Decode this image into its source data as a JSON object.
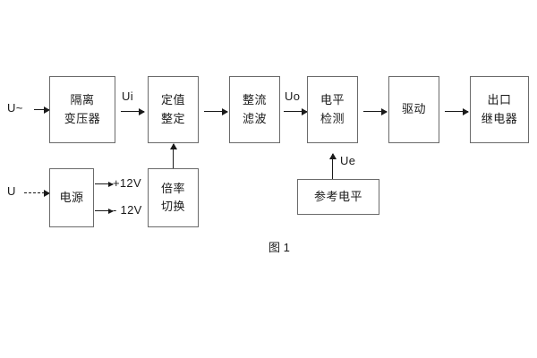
{
  "figure": {
    "caption": "图 1",
    "type": "block-diagram"
  },
  "inputs": {
    "ac_source": "U~",
    "dc_source": "U"
  },
  "signals": {
    "ui": "Ui",
    "uo": "Uo",
    "ue": "Ue",
    "rail_positive": "+12V",
    "rail_negative": "- 12V"
  },
  "blocks": {
    "isolation_transformer": {
      "line1": "隔离",
      "line2": "变压器"
    },
    "setting_value": {
      "line1": "定值",
      "line2": "整定"
    },
    "rectify_filter": {
      "line1": "整流",
      "line2": "滤波"
    },
    "level_detection": {
      "line1": "电平",
      "line2": "检测"
    },
    "drive": {
      "line1": "驱动"
    },
    "output_relay": {
      "line1": "出口",
      "line2": "继电器"
    },
    "power_supply": {
      "line1": "电源"
    },
    "multiplier_switch": {
      "line1": "倍率",
      "line2": "切换"
    },
    "reference_level": {
      "line1": "参考电平"
    }
  },
  "colors": {
    "block_border": "#6b6b6b",
    "line": "#1a1a1a",
    "text": "#1a1a1a",
    "background": "#ffffff"
  }
}
